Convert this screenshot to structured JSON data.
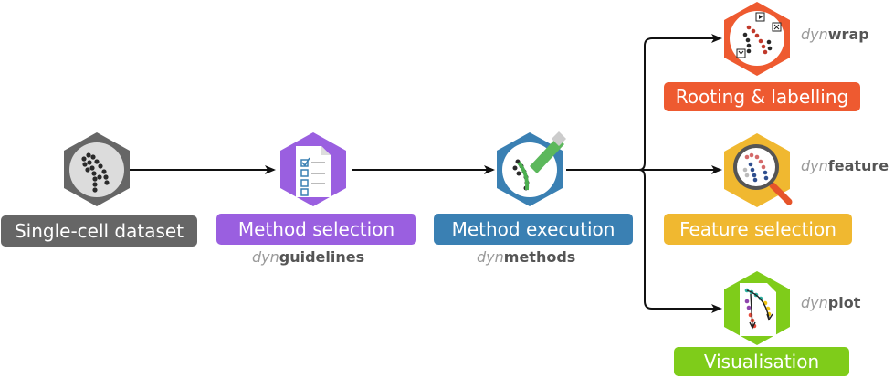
{
  "stages": {
    "dataset": {
      "label": "Single-cell dataset",
      "color": "#666666",
      "icon": "cell-trajectory-icon"
    },
    "selection": {
      "label": "Method selection",
      "color": "#9a5fe0",
      "icon": "checklist-icon",
      "pkg_prefix": "dyn",
      "pkg_suffix": "guidelines"
    },
    "execution": {
      "label": "Method execution",
      "color": "#3a80b3",
      "icon": "paintbrush-trajectory-icon",
      "pkg_prefix": "dyn",
      "pkg_suffix": "methods"
    },
    "wrap": {
      "label": "Rooting & labelling",
      "color": "#ee5a30",
      "icon": "labelled-trajectory-icon",
      "pkg_prefix": "dyn",
      "pkg_suffix": "wrap"
    },
    "feature": {
      "label": "Feature selection",
      "color": "#f0b830",
      "icon": "magnifier-icon",
      "pkg_prefix": "dyn",
      "pkg_suffix": "feature"
    },
    "plot": {
      "label": "Visualisation",
      "color": "#7fcc1a",
      "icon": "trajectory-plot-icon",
      "pkg_prefix": "dyn",
      "pkg_suffix": "plot"
    }
  },
  "connector_color": "#111111"
}
